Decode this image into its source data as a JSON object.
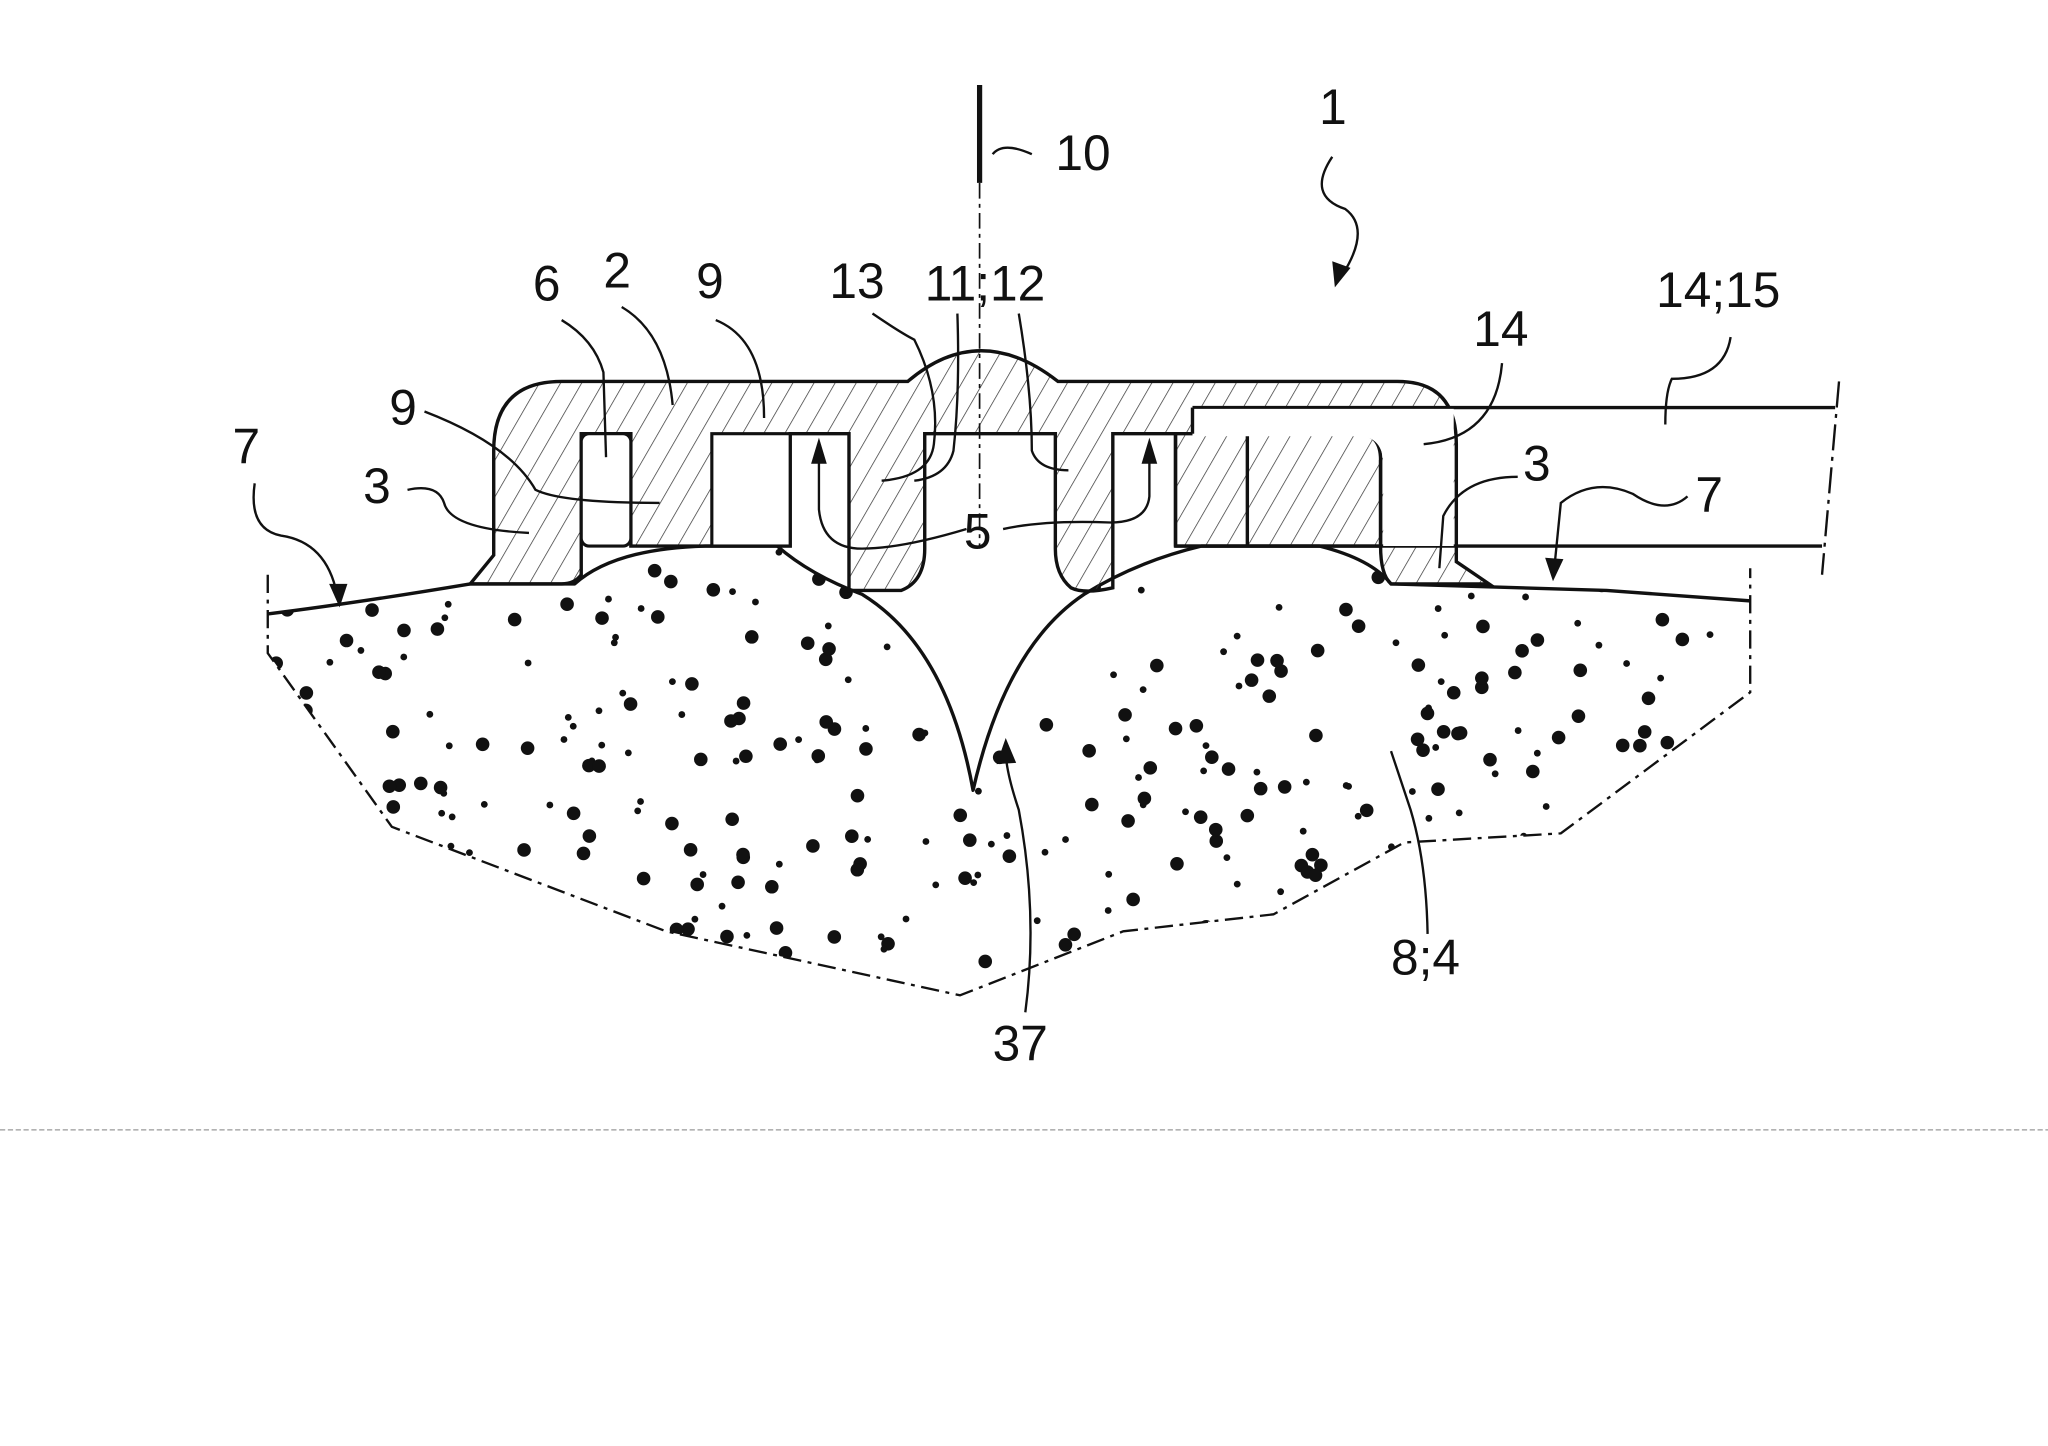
{
  "figure": {
    "labels": {
      "assembly": "1",
      "axis": "10",
      "cap": "2",
      "groove_left": "6",
      "rib_left": "9",
      "rib_pocket": "9",
      "collar": "13",
      "center": "11;12",
      "insert": "14",
      "insert_strip": "14;15",
      "leg_left": "3",
      "leg_right": "3",
      "surface_left": "7",
      "surface_right": "7",
      "gap": "5",
      "material": "8;4",
      "crack": "37"
    }
  }
}
